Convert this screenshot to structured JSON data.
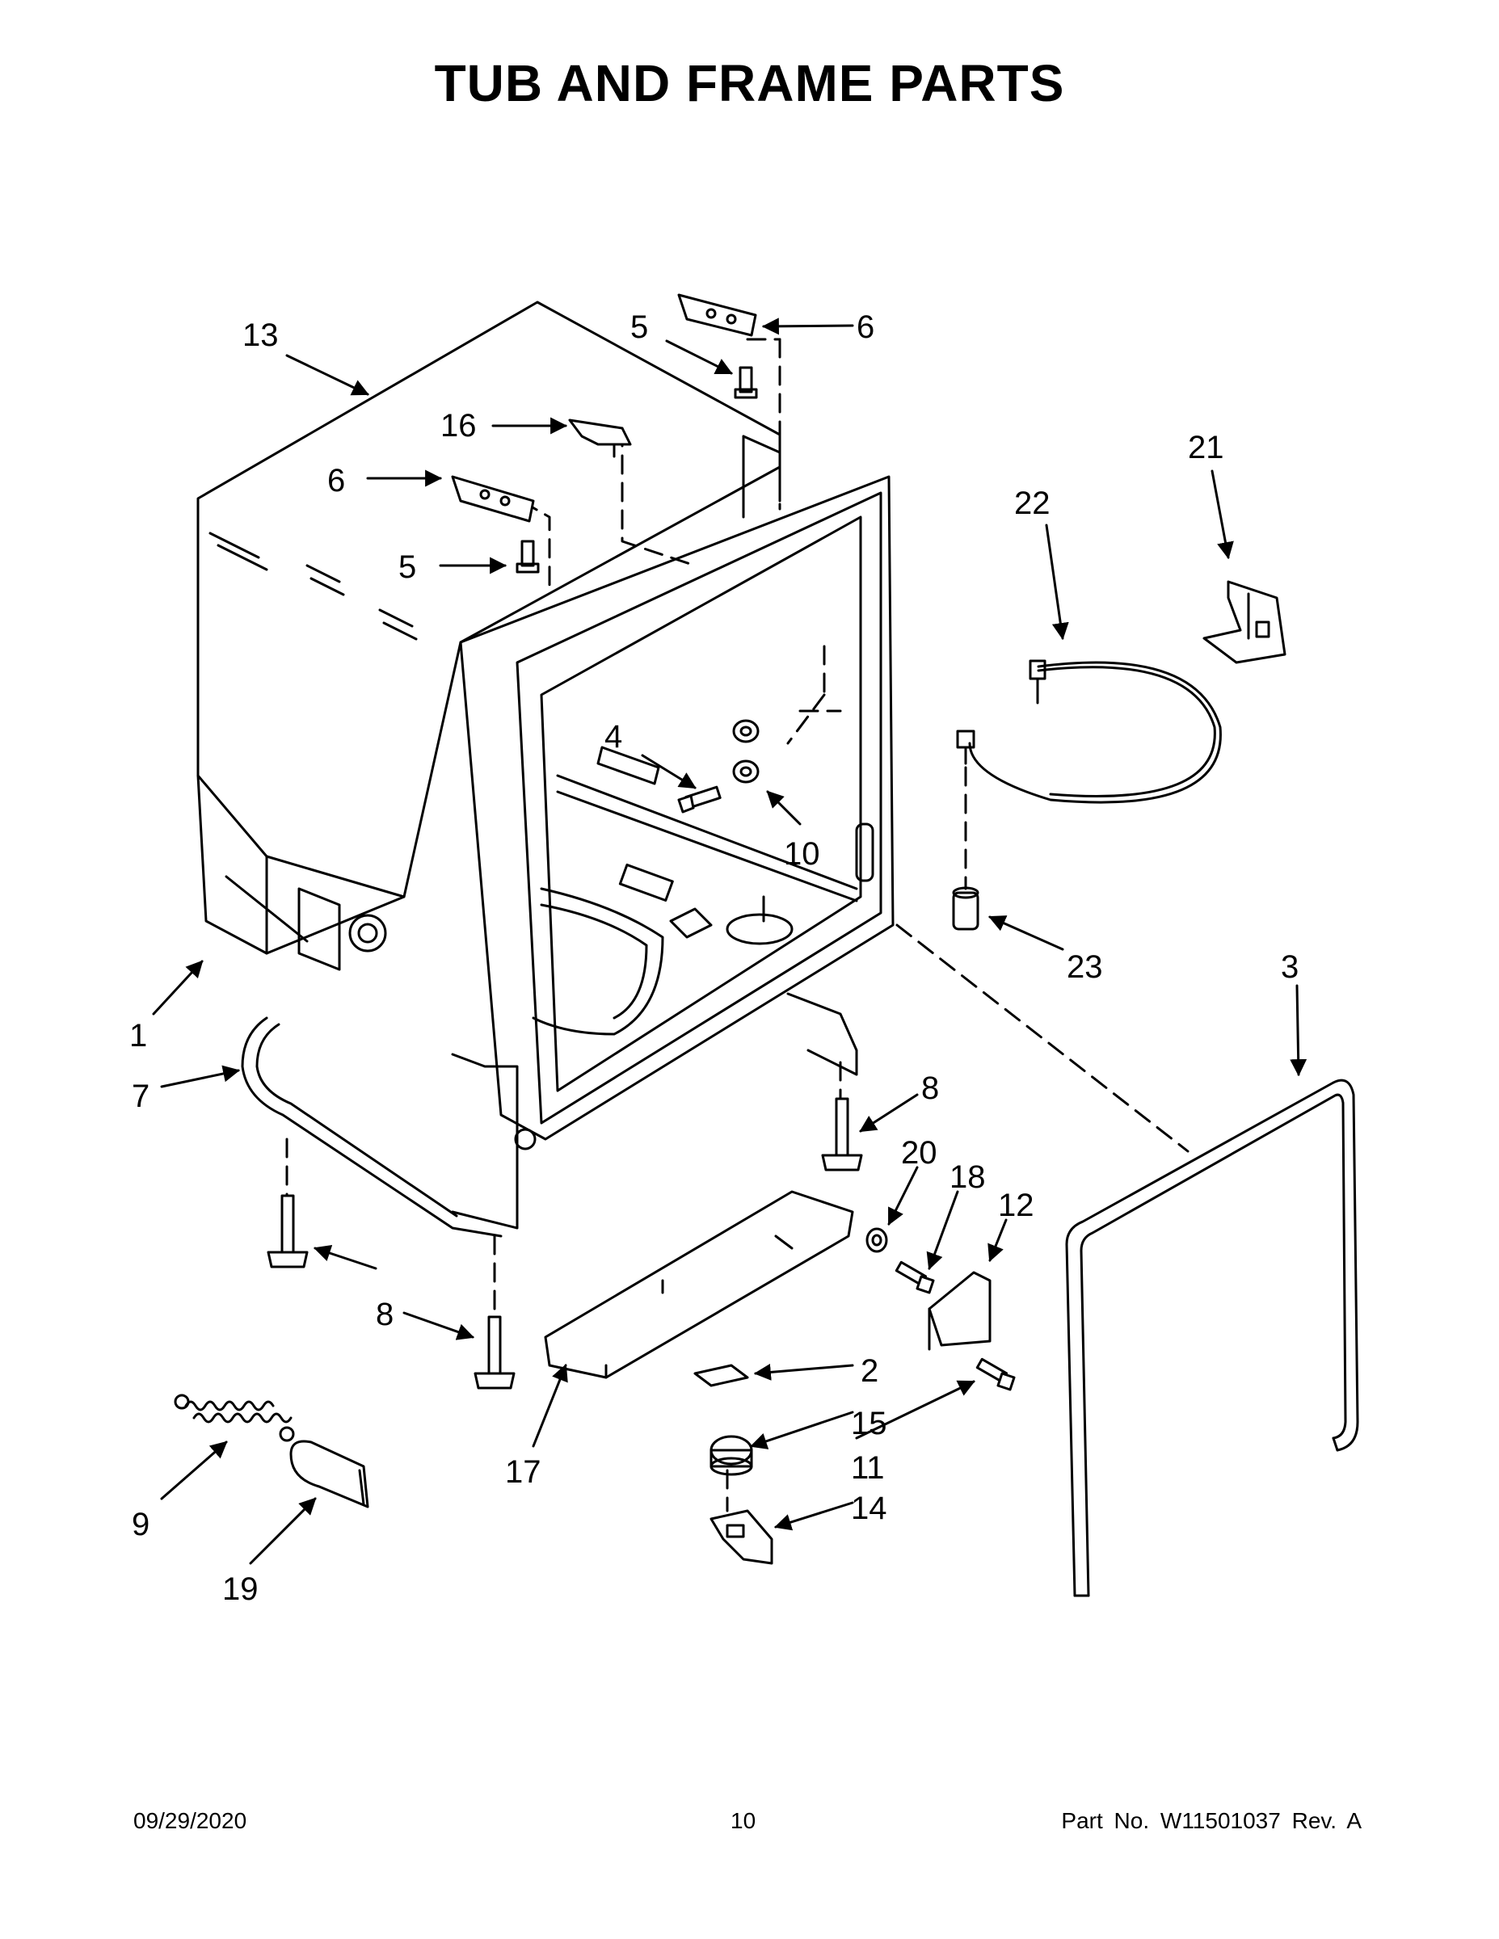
{
  "title": "TUB AND FRAME PARTS",
  "footer": {
    "date": "09/29/2020",
    "page_number": "10",
    "part_number": "Part No.  W11501037  Rev.  A"
  },
  "callouts": {
    "c1": "1",
    "c2": "2",
    "c3": "3",
    "c4": "4",
    "c5a": "5",
    "c5b": "5",
    "c6a": "6",
    "c6b": "6",
    "c7": "7",
    "c8a": "8",
    "c8b": "8",
    "c9": "9",
    "c10": "10",
    "c11": "11",
    "c12": "12",
    "c13": "13",
    "c14": "14",
    "c15": "15",
    "c16": "16",
    "c17": "17",
    "c18": "18",
    "c19": "19",
    "c20": "20",
    "c21": "21",
    "c22": "22",
    "c23": "23"
  }
}
